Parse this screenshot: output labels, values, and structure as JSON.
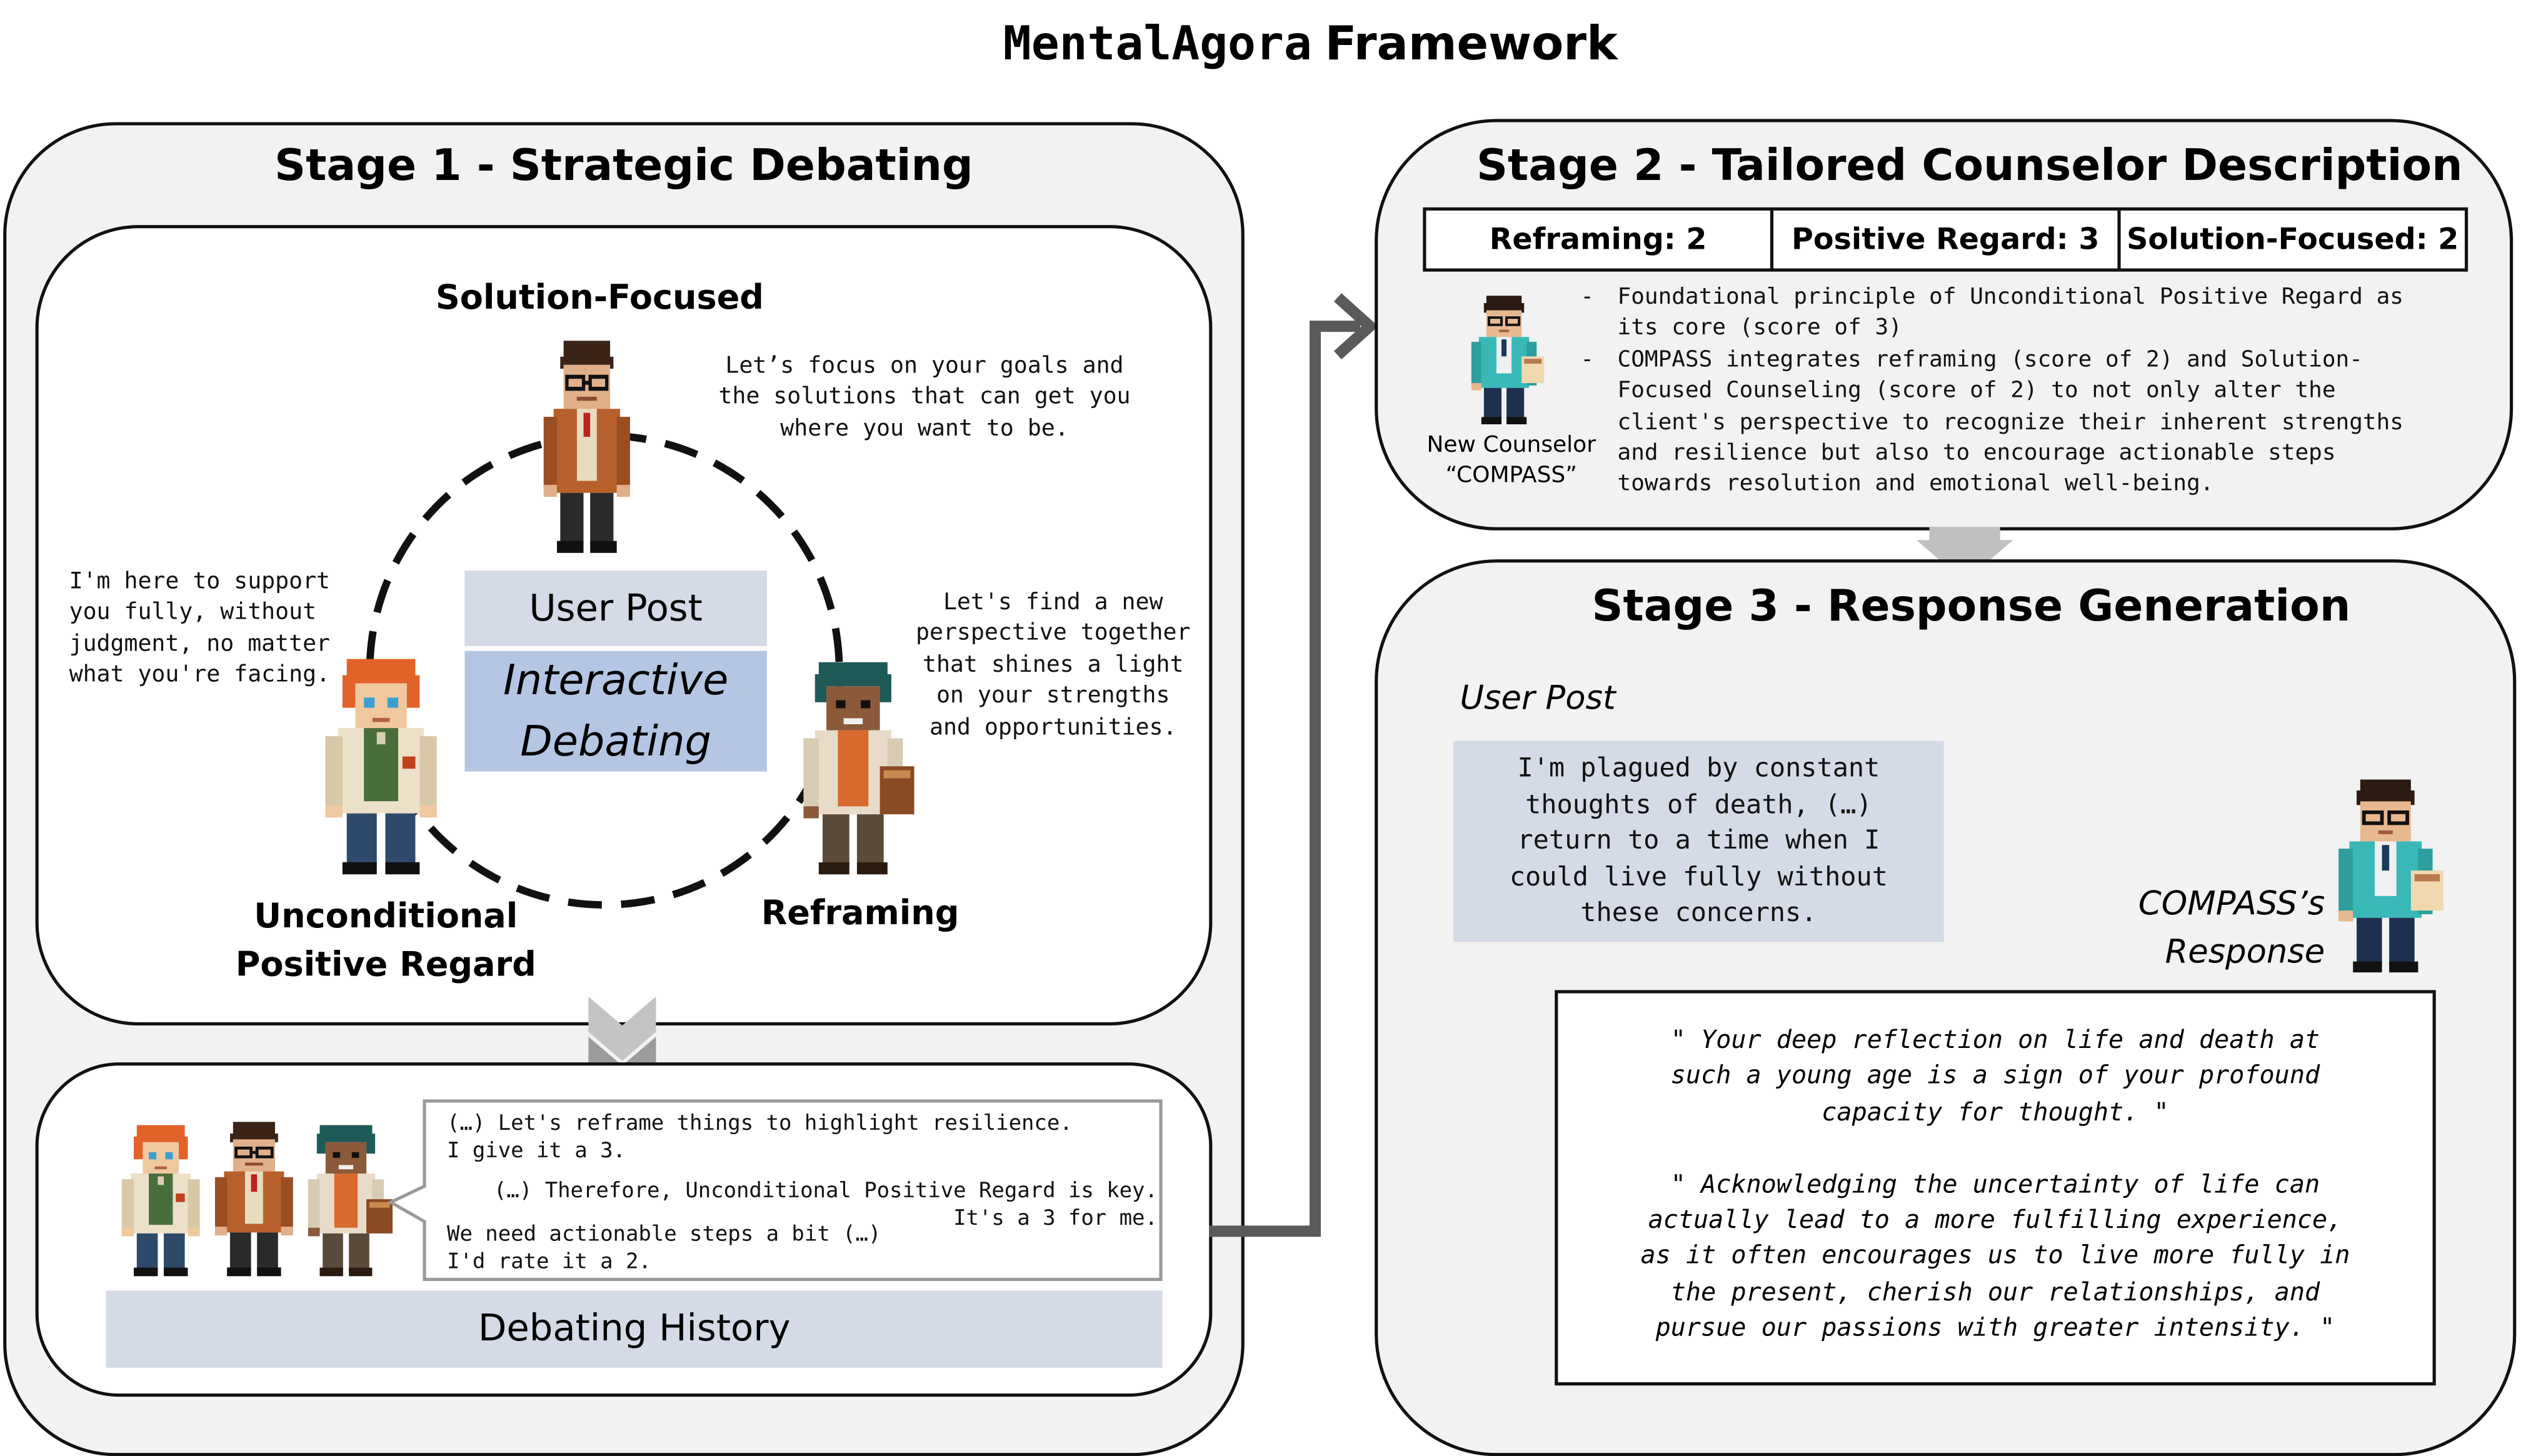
{
  "title": {
    "framework": "MentalAgora",
    "word": "Framework"
  },
  "stage1": {
    "title": "Stage 1 - Strategic Debating",
    "agents": {
      "solution_focused": {
        "label": "Solution-Focused",
        "speech": "Let’s focus on your goals and\nthe solutions that can get you\nwhere you want to be."
      },
      "unconditional": {
        "label": "Unconditional\nPositive Regard",
        "speech": "I'm here to support\nyou fully, without\njudgment, no matter\nwhat you're facing."
      },
      "reframing": {
        "label": "Reframing",
        "speech": "Let's find a new\nperspective together\nthat shines a light\non your strengths\nand opportunities."
      }
    },
    "center": {
      "user_post": "User Post",
      "interactive_debating": "Interactive\nDebating"
    },
    "history": {
      "title": "Debating History",
      "line1": "(…) Let's reframe things to highlight resilience.\nI give it a 3.",
      "line2": "(…) Therefore, Unconditional Positive Regard is key.\nIt's a 3 for me.",
      "line3": "We need actionable steps a bit (…)\nI'd rate it a 2."
    }
  },
  "stage2": {
    "title": "Stage 2  - Tailored Counselor Description",
    "scores": [
      "Reframing: 2",
      "Positive Regard: 3",
      "Solution-Focused: 2"
    ],
    "counselor_label": "New Counselor\n“COMPASS”",
    "bullet_marks": [
      "-",
      "-"
    ],
    "bullets": [
      "Foundational principle of Unconditional Positive Regard as\nits core (score of 3)",
      "COMPASS integrates reframing (score of 2) and Solution-\nFocused Counseling (score of 2) to not only alter the\nclient's perspective to recognize their inherent strengths\nand resilience but also to encourage actionable steps\ntowards resolution and emotional well-being."
    ]
  },
  "stage3": {
    "title": "Stage 3 - Response Generation",
    "user_post_label": "User Post",
    "user_post_text": "I'm plagued by constant\nthoughts of death, (…)\nreturn to a time when I\ncould live fully without\nthese concerns.",
    "response_label": "COMPASS’s\nResponse",
    "response_text": "\" Your deep reflection on life and death at\nsuch a young age is a sign of your profound\ncapacity for thought. \"\n\n\" Acknowledging the uncertainty of life can\nactually lead to a more fulfilling experience,\nas it often encourages us to live more fully in\nthe present, cherish our relationships, and\npursue our passions with greater intensity. \""
  },
  "colors": {
    "panel_fill": "#f2f2f2",
    "post_fill": "#d4dae6",
    "arrow_gray": "#5a5a5a",
    "down_arrow_gray": "#c0c0c0"
  }
}
